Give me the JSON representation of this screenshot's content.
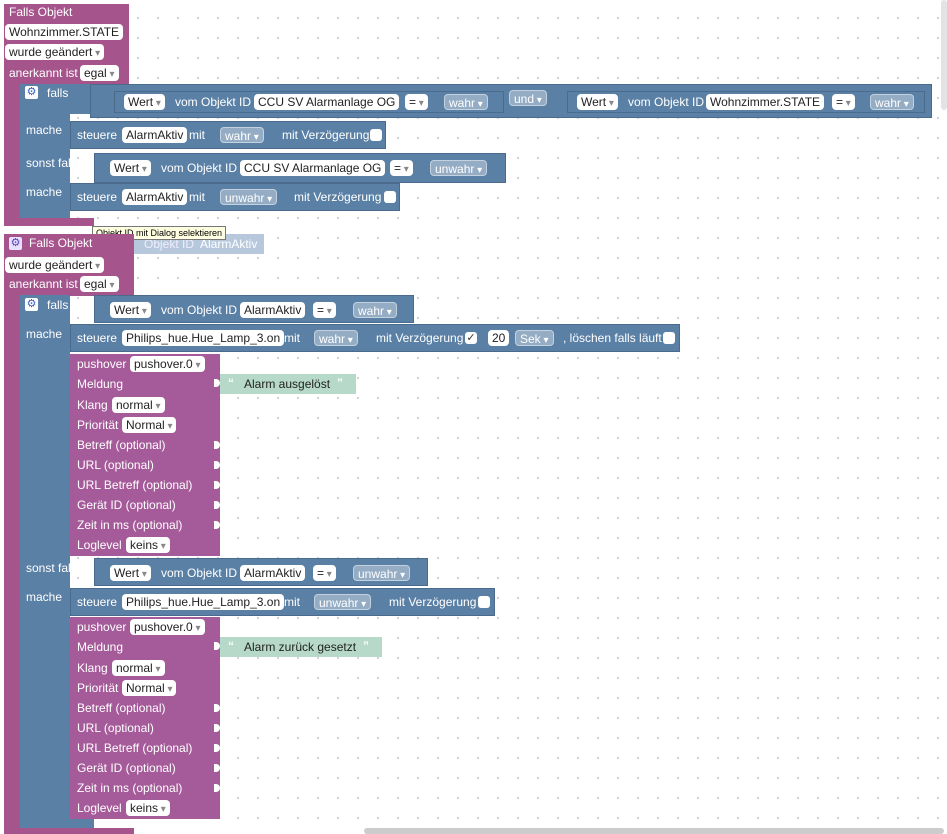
{
  "common": {
    "falls_objekt": "Falls Objekt",
    "wurde_geaendert": "wurde geändert",
    "anerkannt_ist": "anerkannt ist",
    "egal": "egal",
    "falls": "falls",
    "mache": "mache",
    "sonst_falls": "sonst falls",
    "wert": "Wert",
    "vom_objekt_id": "vom Objekt ID",
    "eq": "=",
    "und": "und",
    "steuere": "steuere",
    "mit": "mit",
    "mit_verzoegerung": "mit Verzögerung",
    "wahr": "wahr",
    "unwahr": "unwahr",
    "objekt_id": "Objekt ID"
  },
  "block1": {
    "object": "Wohnzimmer.STATE",
    "cond1_id": "CCU SV Alarmanlage OG",
    "cond2_id": "Wohnzimmer.STATE",
    "set1_id": "AlarmAktiv",
    "else_cond_id": "CCU SV Alarmanlage OG",
    "set2_id": "AlarmAktiv"
  },
  "tooltip": "Objekt ID mit Dialog selektieren",
  "ghost_value": "AlarmAktiv",
  "block2": {
    "if_id": "AlarmAktiv",
    "lamp_id": "Philips_hue.Hue_Lamp_3.on",
    "delay_value": "20",
    "delay_unit": "Sek",
    "clear_if_running": ", löschen falls läuft",
    "else_id": "AlarmAktiv",
    "lamp_id2": "Philips_hue.Hue_Lamp_3.on"
  },
  "pushover": {
    "title": "pushover",
    "instance": "pushover.0",
    "meldung": "Meldung",
    "klang": "Klang",
    "klang_value": "normal",
    "prioritaet": "Priorität",
    "prioritaet_value": "Normal",
    "betreff": "Betreff (optional)",
    "url": "URL (optional)",
    "url_betreff": "URL Betreff (optional)",
    "geraet": "Gerät ID (optional)",
    "zeit": "Zeit in ms (optional)",
    "loglevel": "Loglevel",
    "loglevel_value": "keins",
    "msg1": "Alarm ausgelöst",
    "msg2": "Alarm zurück gesetzt"
  }
}
